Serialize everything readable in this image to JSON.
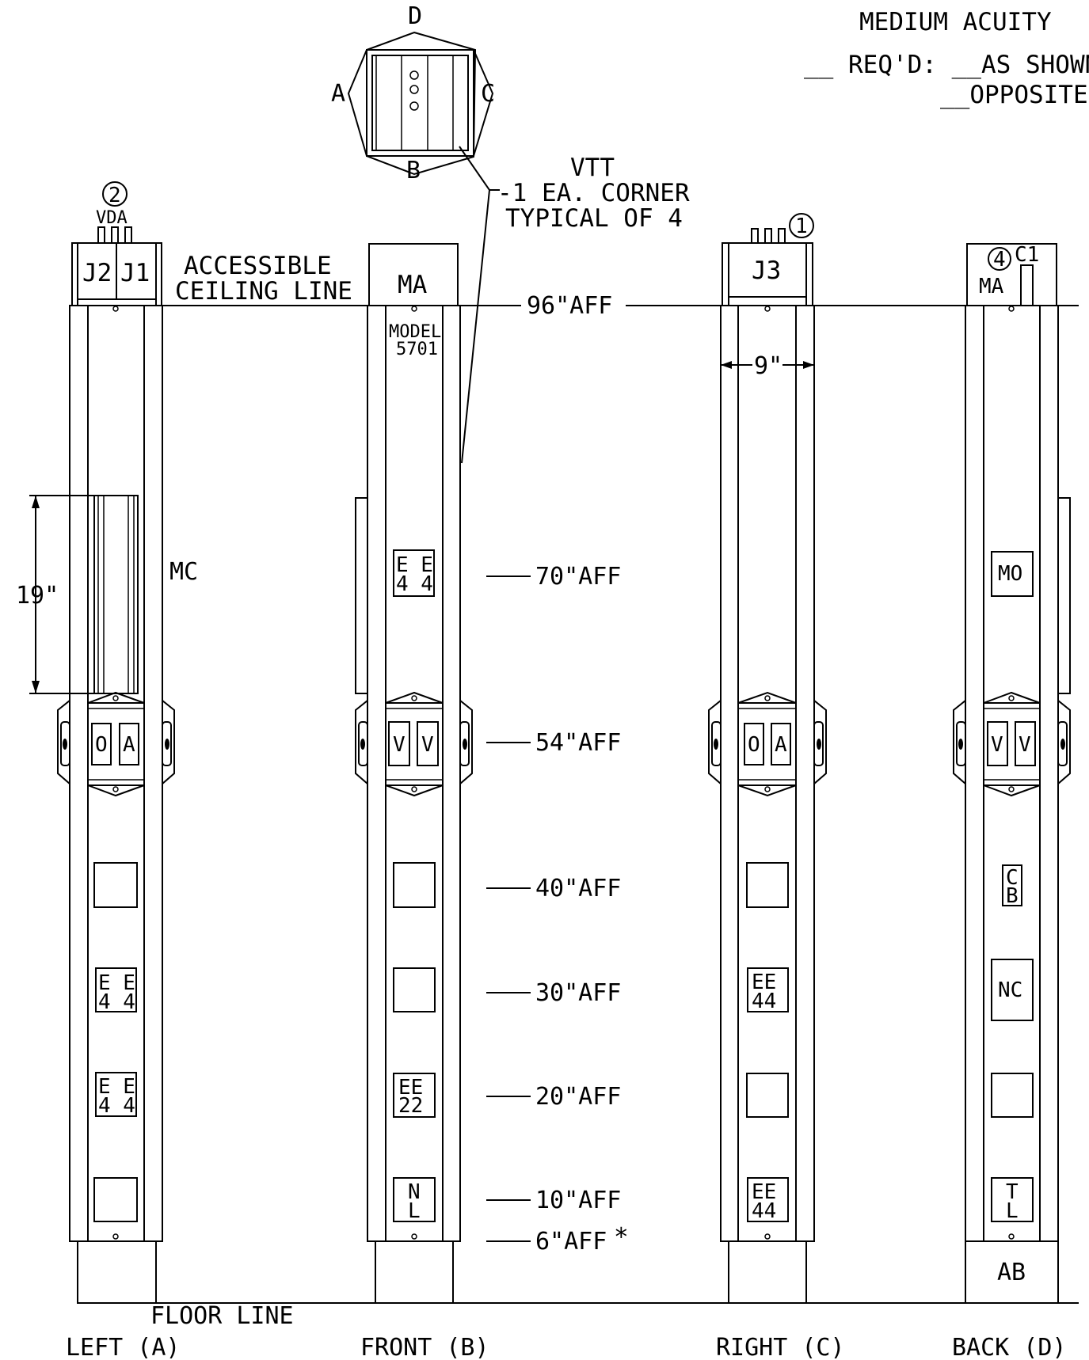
{
  "header": {
    "title": "MEDIUM ACUITY",
    "reqd": "__ REQ'D: __AS SHOWN",
    "opposite": "__OPPOSITE"
  },
  "plan": {
    "d": "D",
    "a": "A",
    "c": "C",
    "b": "B"
  },
  "vtt": {
    "title": "VTT",
    "line1": "-1 EA. CORNER",
    "line2": "TYPICAL OF 4"
  },
  "ceiling": {
    "line1": "ACCESSIBLE",
    "line2": "CEILING LINE"
  },
  "heights": {
    "h96": "96\"AFF",
    "h70": "70\"AFF",
    "h54": "54\"AFF",
    "h40": "40\"AFF",
    "h30": "30\"AFF",
    "h20": "20\"AFF",
    "h10": "10\"AFF",
    "h6": "6\"AFF",
    "star": "*"
  },
  "dims": {
    "d19": "19\"",
    "d9": "9\""
  },
  "notes": {
    "n1": "1",
    "n2": "2",
    "n4": "4"
  },
  "floor": "FLOOR LINE",
  "views": {
    "left": "LEFT (A)",
    "front": "FRONT (B)",
    "right": "RIGHT (C)",
    "back": "BACK (D)"
  },
  "left": {
    "vda": "VDA",
    "j2": "J2",
    "j1": "J1",
    "mc": "MC",
    "o": "O",
    "a": "A",
    "ee_top1": "E E",
    "ee_bot1": "4 4",
    "ee_top2": "E E",
    "ee_bot2": "4 4"
  },
  "front": {
    "ma": "MA",
    "model": "MODEL",
    "num": "5701",
    "ee_top": "E E",
    "ee_bot": "4 4",
    "v1": "V",
    "v2": "V",
    "ee22_top": "EE",
    "ee22_bot": "22",
    "n": "N",
    "l": "L"
  },
  "right": {
    "j3": "J3",
    "o": "O",
    "a": "A",
    "ee_top1": "EE",
    "ee_bot1": "44",
    "ee_top2": "EE",
    "ee_bot2": "44"
  },
  "back": {
    "c1": "C1",
    "ma": "MA",
    "mo": "MO",
    "v1": "V",
    "v2": "V",
    "c": "C",
    "b": "B",
    "nc": "NC",
    "t": "T",
    "l": "L",
    "ab": "AB"
  }
}
